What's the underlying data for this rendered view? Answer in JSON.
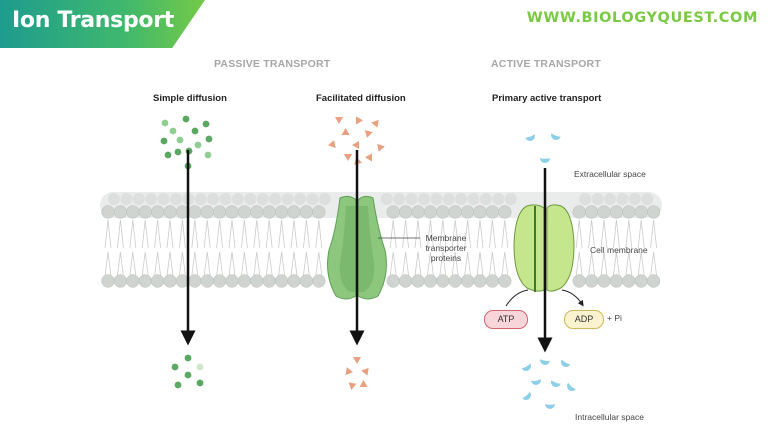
{
  "header": {
    "title": "Ion Transport",
    "website": "WWW.BIOLOGYQUEST.COM"
  },
  "sections": {
    "passive": "PASSIVE TRANSPORT",
    "active": "ACTIVE TRANSPORT"
  },
  "panels": {
    "simple_diffusion": "Simple diffusion",
    "facilitated_diffusion": "Facilitated diffusion",
    "primary_active_transport": "Primary active transport"
  },
  "labels": {
    "extracellular_space": "Extracellular space",
    "cell_membrane": "Cell membrane",
    "intracellular_space": "Intracellular space",
    "membrane_transporter_line1": "Membrane",
    "membrane_transporter_line2": "transporter",
    "membrane_transporter_line3": "proteins",
    "atp": "ATP",
    "adp": "ADP",
    "pi": "+ Pi"
  },
  "colors": {
    "banner_start": "#1e9c8e",
    "banner_end": "#74c948",
    "website": "#7ac943",
    "simple_particle": "#5aa862",
    "facilitated_particle": "#e8a07e",
    "active_particle": "#8ecfe8",
    "membrane_head": "#d0d4d1",
    "channel_protein": "#8cc77d",
    "pump_protein": "#c6e68e"
  }
}
